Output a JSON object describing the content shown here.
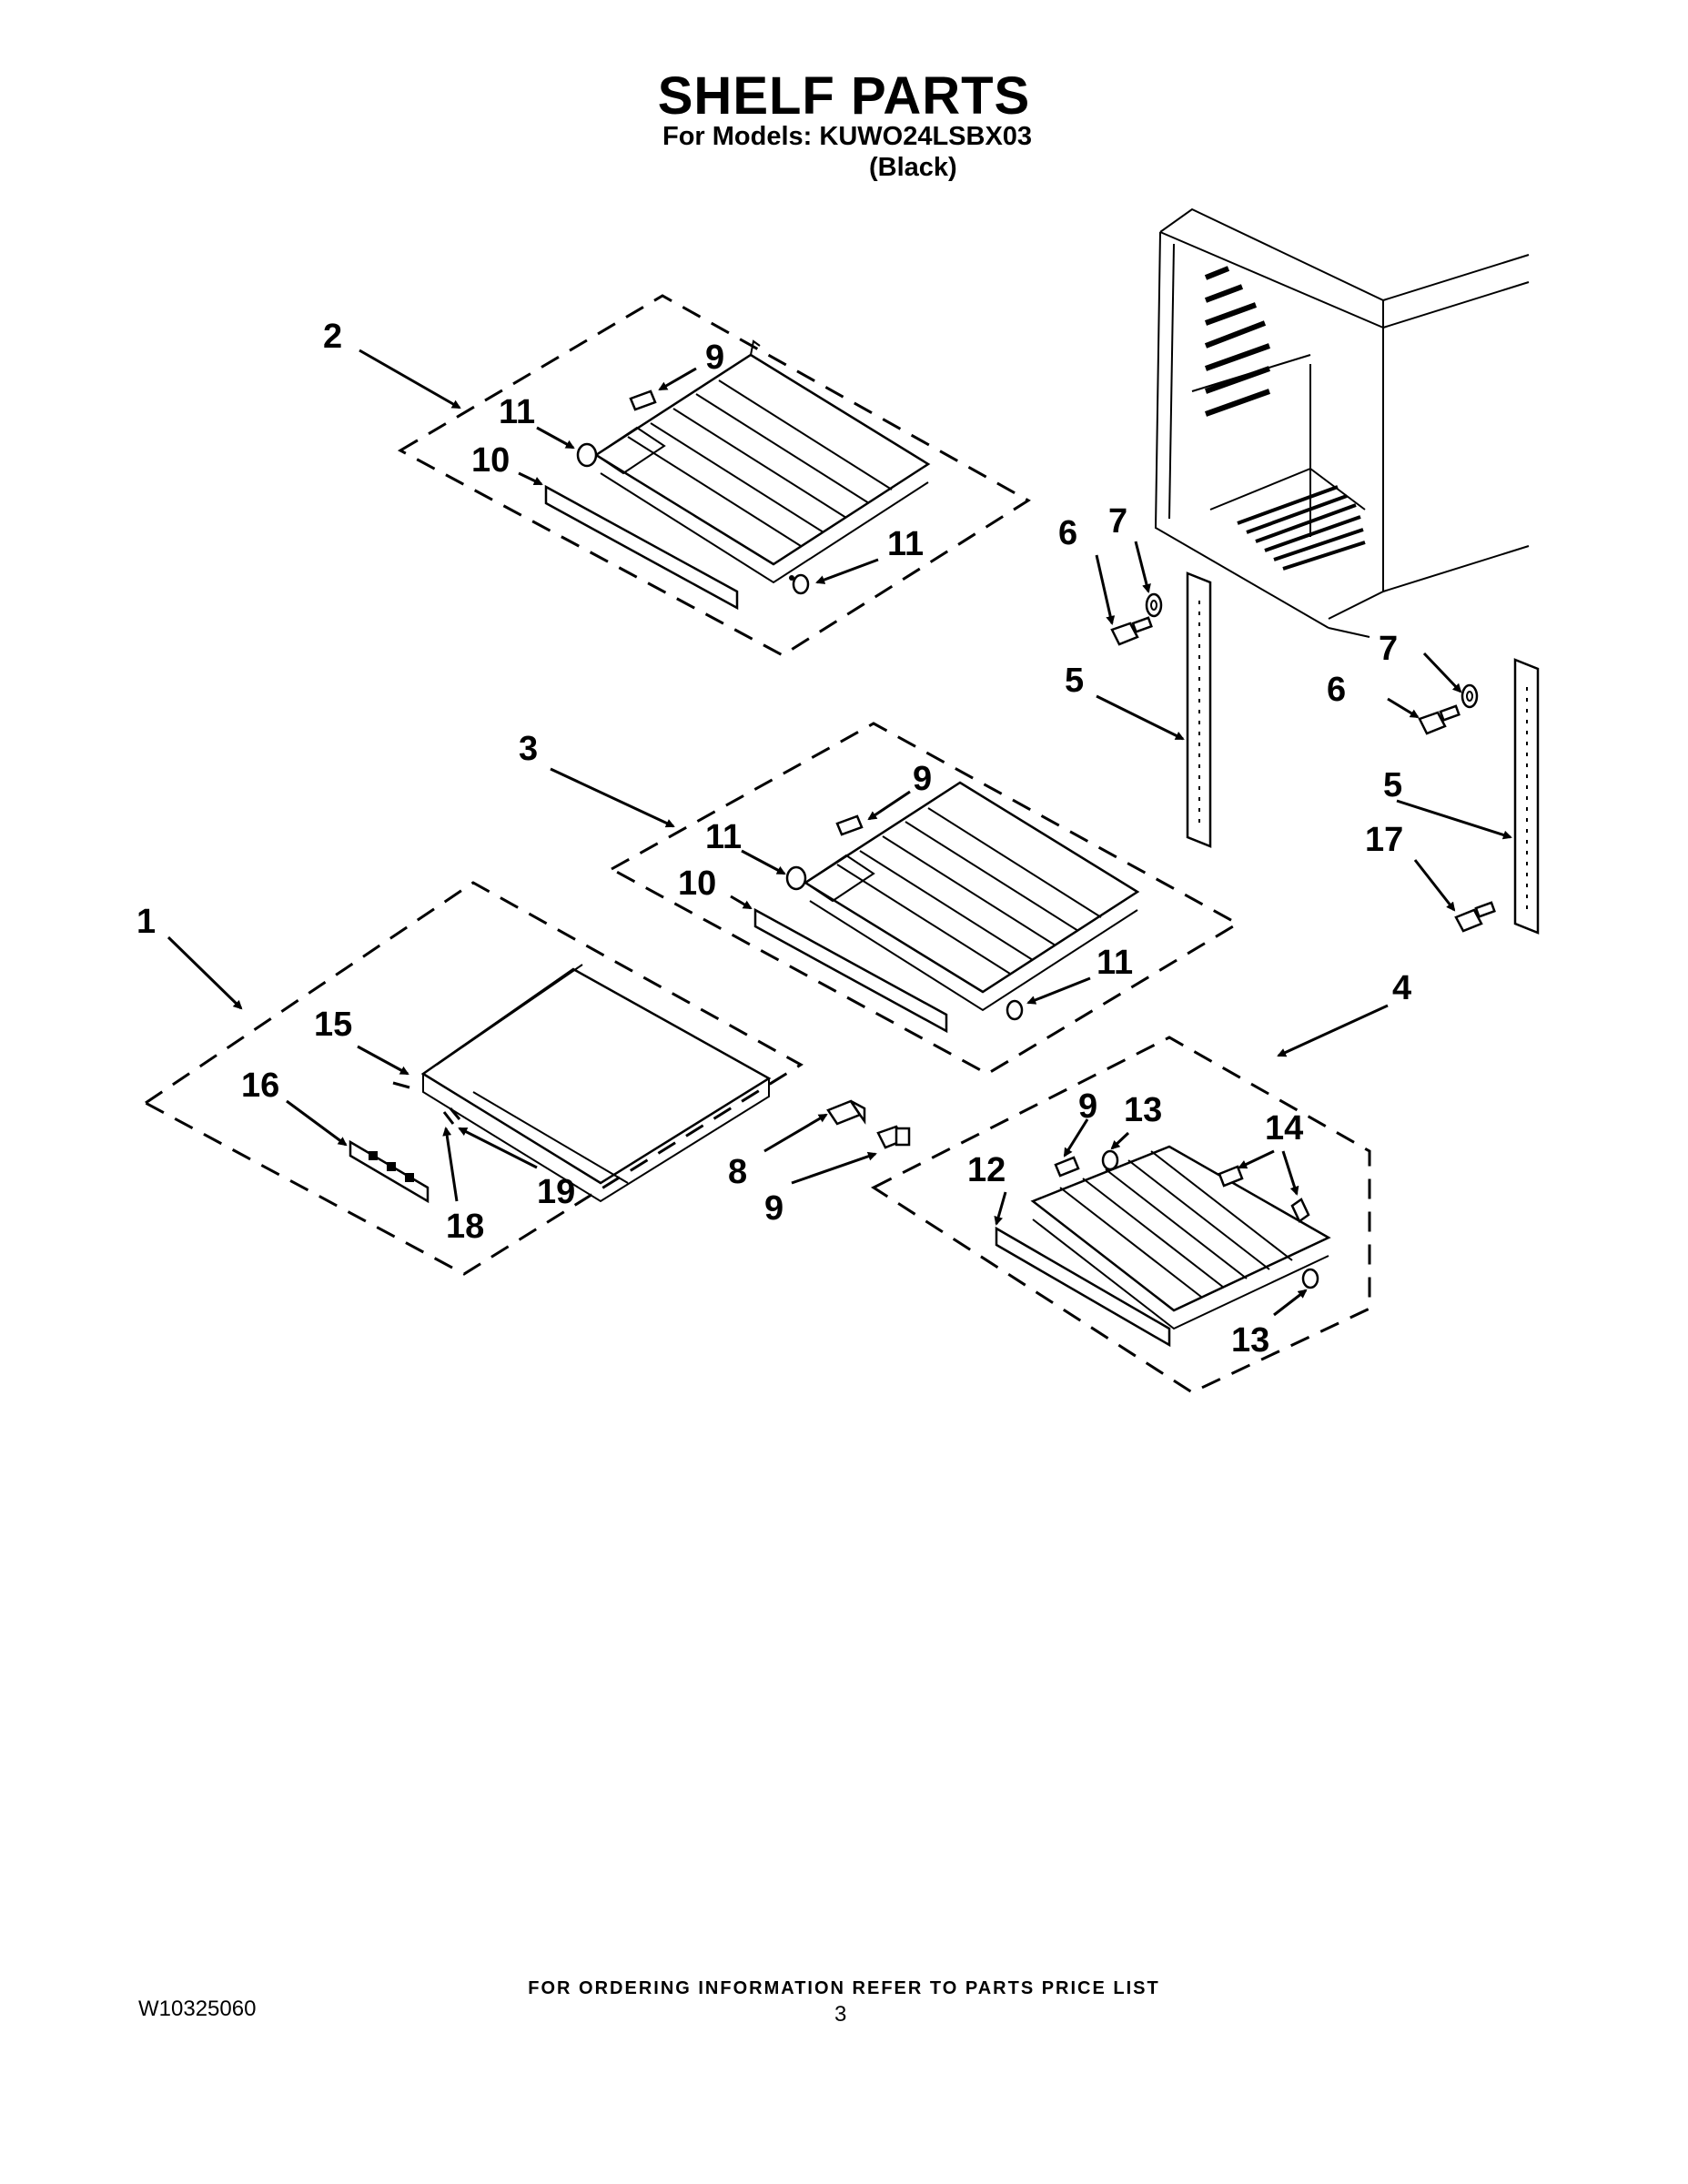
{
  "header": {
    "title": "SHELF PARTS",
    "models_line": "For Models: KUWO24LSBX03",
    "color_line": "(Black)"
  },
  "callouts": {
    "c1": "1",
    "c2": "2",
    "c3": "3",
    "c4": "4",
    "c5a": "5",
    "c5b": "5",
    "c6a": "6",
    "c6b": "6",
    "c7a": "7",
    "c7b": "7",
    "c8": "8",
    "c9a": "9",
    "c9b": "9",
    "c9c": "9",
    "c9d": "9",
    "c10a": "10",
    "c10b": "10",
    "c11a": "11",
    "c11b": "11",
    "c11c": "11",
    "c11d": "11",
    "c12": "12",
    "c13a": "13",
    "c13b": "13",
    "c14": "14",
    "c15": "15",
    "c16": "16",
    "c17": "17",
    "c18": "18",
    "c19": "19"
  },
  "footer": {
    "ordering_note": "FOR ORDERING INFORMATION REFER TO PARTS PRICE LIST",
    "doc_number": "W10325060",
    "page_number": "3"
  }
}
